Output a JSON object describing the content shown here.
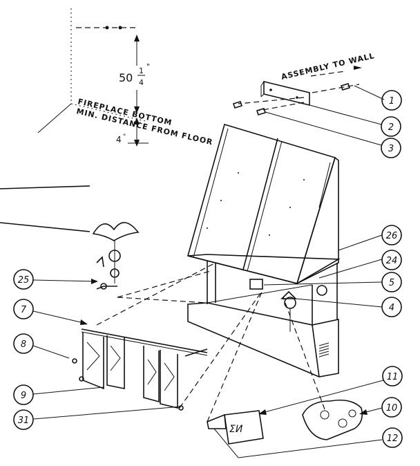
{
  "labels": {
    "assembly": "ASSEMBLY TO WALL",
    "fireplace_bottom": "FIREPLACE BOTTOM",
    "min_distance": "MIN. DISTANCE FROM FLOOR",
    "dim_50": "50",
    "dim_50_num": "1",
    "dim_50_den": "4",
    "dim_50_inch": "\"",
    "dim_4": "4",
    "dim_4_inch": "\""
  },
  "callouts": [
    "1",
    "2",
    "3",
    "26",
    "24",
    "5",
    "4",
    "25",
    "7",
    "8",
    "9",
    "31",
    "11",
    "10",
    "12"
  ]
}
